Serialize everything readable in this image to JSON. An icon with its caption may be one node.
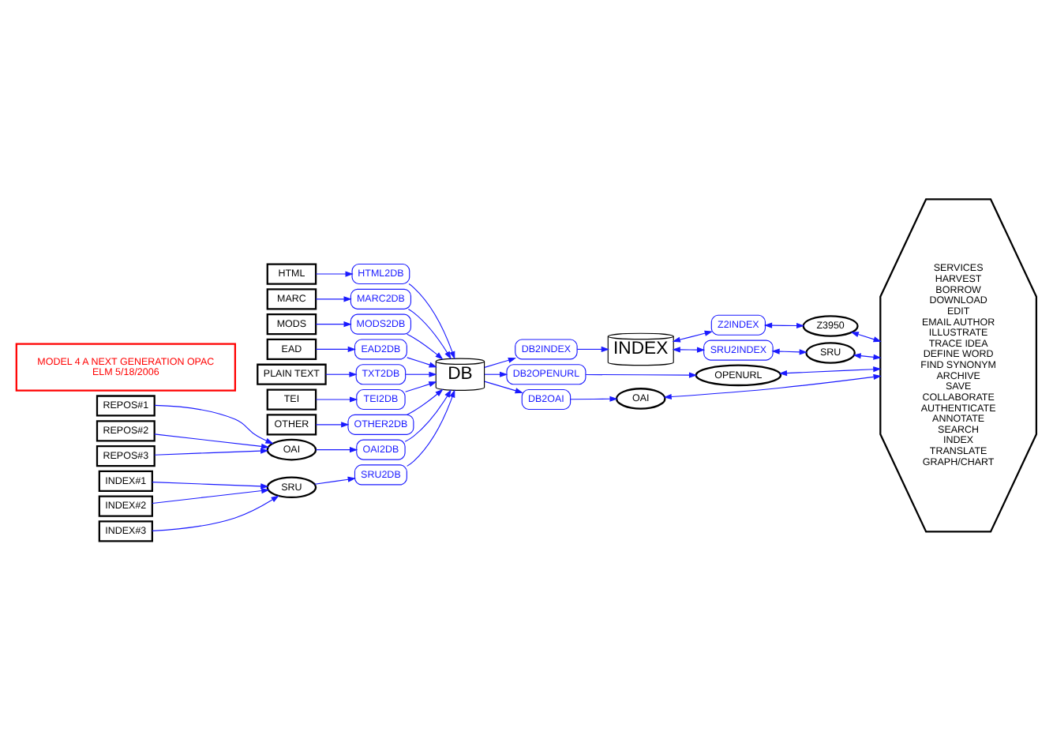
{
  "diagram": {
    "nodes": [
      {
        "text": [
          "HTML"
        ]
      },
      {
        "text": [
          "MARC"
        ]
      },
      {
        "text": [
          "MODS"
        ]
      },
      {
        "text": [
          "EAD"
        ]
      },
      {
        "text": [
          "PLAIN TEXT"
        ]
      },
      {
        "text": [
          "TEI"
        ]
      },
      {
        "text": [
          "OTHER"
        ]
      },
      {
        "text": [
          "HTML2DB"
        ]
      },
      {
        "text": [
          "MARC2DB"
        ]
      },
      {
        "text": [
          "MODS2DB"
        ]
      },
      {
        "text": [
          "EAD2DB"
        ]
      },
      {
        "text": [
          "TXT2DB"
        ]
      },
      {
        "text": [
          "TEI2DB"
        ]
      },
      {
        "text": [
          "OTHER2DB"
        ]
      },
      {
        "text": [
          "DB"
        ]
      },
      {
        "text": [
          "DB2INDEX"
        ]
      },
      {
        "text": [
          "INDEX"
        ]
      },
      {
        "text": [
          "Z2INDEX"
        ]
      },
      {
        "text": [
          "SRU2INDEX"
        ]
      },
      {
        "text": [
          "Z3950"
        ]
      },
      {
        "text": [
          "SRU"
        ]
      },
      {
        "text": [
          "DB2OPENURL"
        ]
      },
      {
        "text": [
          "OPENURL"
        ]
      },
      {
        "text": [
          "DB2OAI"
        ]
      },
      {
        "text": [
          "OAI"
        ]
      },
      {
        "text": [
          "SERVICES",
          "HARVEST",
          "BORROW",
          "DOWNLOAD",
          "EDIT",
          "EMAIL AUTHOR",
          "ILLUSTRATE",
          "TRACE IDEA",
          "DEFINE WORD",
          "FIND SYNONYM",
          "ARCHIVE",
          "SAVE",
          "COLLABORATE",
          "AUTHENTICATE",
          "ANNOTATE",
          "SEARCH",
          "INDEX",
          "TRANSLATE",
          "GRAPH/CHART"
        ]
      },
      {
        "text": [
          "REPOS#1"
        ]
      },
      {
        "text": [
          "REPOS#2"
        ]
      },
      {
        "text": [
          "REPOS#3"
        ]
      },
      {
        "text": [
          "INDEX#1"
        ]
      },
      {
        "text": [
          "INDEX#2"
        ]
      },
      {
        "text": [
          "INDEX#3"
        ]
      },
      {
        "text": [
          "OAI"
        ]
      },
      {
        "text": [
          "SRU"
        ]
      },
      {
        "text": [
          "OAI2DB"
        ]
      },
      {
        "text": [
          "SRU2DB"
        ]
      },
      {
        "text": [
          "MODEL 4 A NEXT GENERATION OPAC",
          "ELM 5/18/2006"
        ]
      }
    ],
    "edges": [
      {
        "from": 0,
        "to": 7,
        "arrow": "to"
      },
      {
        "from": 1,
        "to": 8,
        "arrow": "to"
      },
      {
        "from": 2,
        "to": 9,
        "arrow": "to"
      },
      {
        "from": 3,
        "to": 10,
        "arrow": "to"
      },
      {
        "from": 4,
        "to": 11,
        "arrow": "to"
      },
      {
        "from": 5,
        "to": 12,
        "arrow": "to"
      },
      {
        "from": 6,
        "to": 13,
        "arrow": "to"
      },
      {
        "from": 7,
        "to": 14,
        "arrow": "to"
      },
      {
        "from": 8,
        "to": 14,
        "arrow": "to"
      },
      {
        "from": 9,
        "to": 14,
        "arrow": "to"
      },
      {
        "from": 10,
        "to": 14,
        "arrow": "to"
      },
      {
        "from": 11,
        "to": 14,
        "arrow": "to"
      },
      {
        "from": 12,
        "to": 14,
        "arrow": "to"
      },
      {
        "from": 13,
        "to": 14,
        "arrow": "to"
      },
      {
        "from": 14,
        "to": 15,
        "arrow": "to"
      },
      {
        "from": 15,
        "to": 16,
        "arrow": "to"
      },
      {
        "from": 16,
        "to": 17,
        "arrow": "both"
      },
      {
        "from": 17,
        "to": 19,
        "arrow": "both"
      },
      {
        "from": 16,
        "to": 18,
        "arrow": "both"
      },
      {
        "from": 18,
        "to": 20,
        "arrow": "both"
      },
      {
        "from": 14,
        "to": 21,
        "arrow": "to"
      },
      {
        "from": 21,
        "to": 22,
        "arrow": "to"
      },
      {
        "from": 14,
        "to": 23,
        "arrow": "to"
      },
      {
        "from": 23,
        "to": 24,
        "arrow": "to"
      },
      {
        "from": 19,
        "to": 25,
        "arrow": "both"
      },
      {
        "from": 20,
        "to": 25,
        "arrow": "both"
      },
      {
        "from": 22,
        "to": 25,
        "arrow": "both"
      },
      {
        "from": 24,
        "to": 25,
        "arrow": "both"
      },
      {
        "from": 26,
        "to": 32,
        "arrow": "to"
      },
      {
        "from": 27,
        "to": 32,
        "arrow": "to"
      },
      {
        "from": 28,
        "to": 32,
        "arrow": "to"
      },
      {
        "from": 29,
        "to": 33,
        "arrow": "to"
      },
      {
        "from": 30,
        "to": 33,
        "arrow": "to"
      },
      {
        "from": 31,
        "to": 33,
        "arrow": "to"
      },
      {
        "from": 32,
        "to": 34,
        "arrow": "to"
      },
      {
        "from": 33,
        "to": 35,
        "arrow": "to"
      },
      {
        "from": 34,
        "to": 14,
        "arrow": "to"
      },
      {
        "from": 35,
        "to": 14,
        "arrow": "to"
      }
    ]
  }
}
